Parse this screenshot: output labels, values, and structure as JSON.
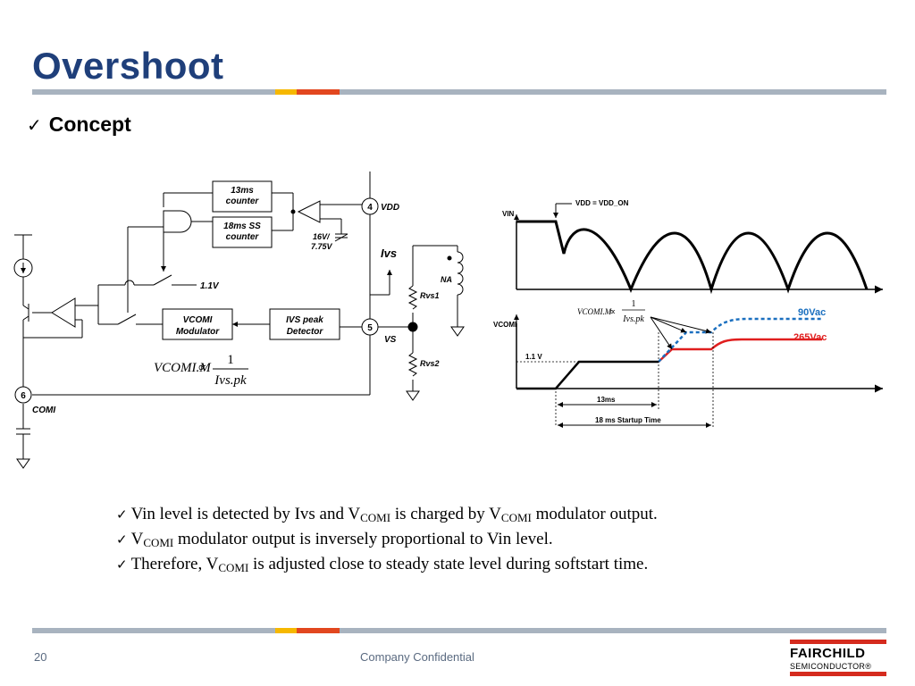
{
  "slide": {
    "title": "Overshoot",
    "subtitle": "Concept",
    "check": "✓",
    "page_number": "20",
    "footer": "Company Confidential"
  },
  "logo": {
    "word": "FAIRCHILD",
    "sub": "SEMICONDUCTOR®"
  },
  "colors": {
    "title": "#1f3f7a",
    "rule_gray": "#a8b3bf",
    "rule_yellow": "#f6b800",
    "rule_orange": "#e2471f",
    "series_90vac": "#1a6fbf",
    "series_265vac": "#e01e1e",
    "logo_red": "#d52b1e"
  },
  "circuit": {
    "counter13": [
      "13ms",
      "counter"
    ],
    "counter18": [
      "18ms SS",
      "counter"
    ],
    "uvlo": [
      "16V/",
      "7.75V"
    ],
    "pin4": "4",
    "pin4_name": "VDD",
    "pin5": "5",
    "pin5_name": "VS",
    "pin6": "6",
    "pin6_name": "COMI",
    "v11": "1.1V",
    "ivs_label": "Ivs",
    "na": "NA",
    "rvs1": "Rvs1",
    "rvs2": "Rvs2",
    "modulator": [
      "VCOMI",
      "Modulator"
    ],
    "peak": [
      "IVS peak",
      "Detector"
    ],
    "formula_lhs": "VCOMI.M",
    "formula_num": "1",
    "formula_den": "Ivs.pk"
  },
  "timing": {
    "vdd_label": "VDD = VDD_ON",
    "vin_label": "VIN",
    "vcomi_label": "VCOMI",
    "v11_label": "1.1 V",
    "label_90": "90Vac",
    "label_265": "265Vac",
    "span13": "13ms",
    "span18": "18 ms Startup Time",
    "formula_lhs": "VCOMI.M",
    "formula_num": "1",
    "formula_den": "Ivs.pk"
  },
  "bullets": [
    {
      "p1": "Vin level is detected by Ivs and V",
      "s1": "COMI",
      "p2": " is charged by V",
      "s2": "COMI",
      "p3": " modulator output."
    },
    {
      "p1": "V",
      "s1": "COMI",
      "p2": " modulator output is inversely proportional to Vin level."
    },
    {
      "p1": "Therefore, V",
      "s1": "COMI",
      "p2": " is adjusted close to steady state level during softstart time."
    }
  ]
}
